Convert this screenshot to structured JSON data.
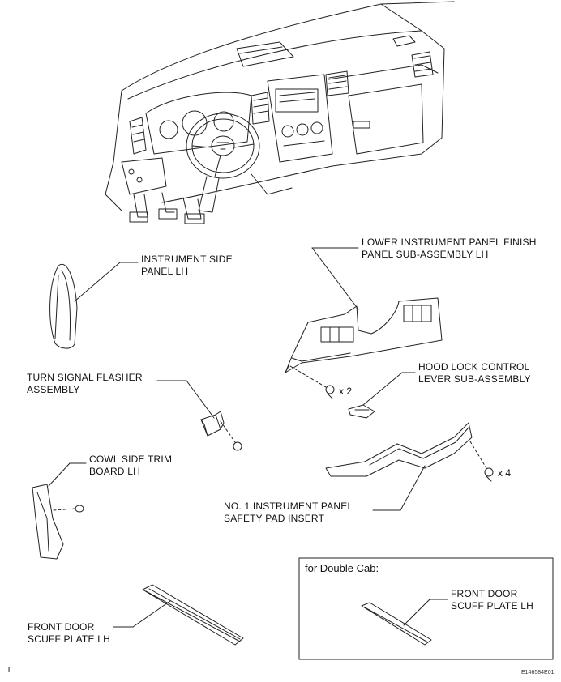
{
  "labels": {
    "instrument_side_panel": [
      "INSTRUMENT SIDE",
      "PANEL LH"
    ],
    "lower_finish_panel": [
      "LOWER INSTRUMENT PANEL FINISH",
      "PANEL SUB-ASSEMBLY LH"
    ],
    "turn_signal_flasher": [
      "TURN SIGNAL FLASHER",
      "ASSEMBLY"
    ],
    "hood_lock_lever": [
      "HOOD LOCK CONTROL",
      "LEVER SUB-ASSEMBLY"
    ],
    "cowl_side_trim": [
      "COWL SIDE TRIM",
      "BOARD LH"
    ],
    "safety_pad_insert": [
      "NO. 1 INSTRUMENT PANEL",
      "SAFETY PAD INSERT"
    ],
    "front_door_scuff": [
      "FRONT DOOR",
      "SCUFF PLATE LH"
    ],
    "double_cab_scuff": [
      "FRONT DOOR",
      "SCUFF PLATE LH"
    ]
  },
  "quantities": {
    "finish_panel_screws": "x 2",
    "safety_pad_screws": "x 4"
  },
  "double_cab_box": {
    "title": "for Double Cab:"
  },
  "corner_mark": "T",
  "figure_code": "E146584E01"
}
